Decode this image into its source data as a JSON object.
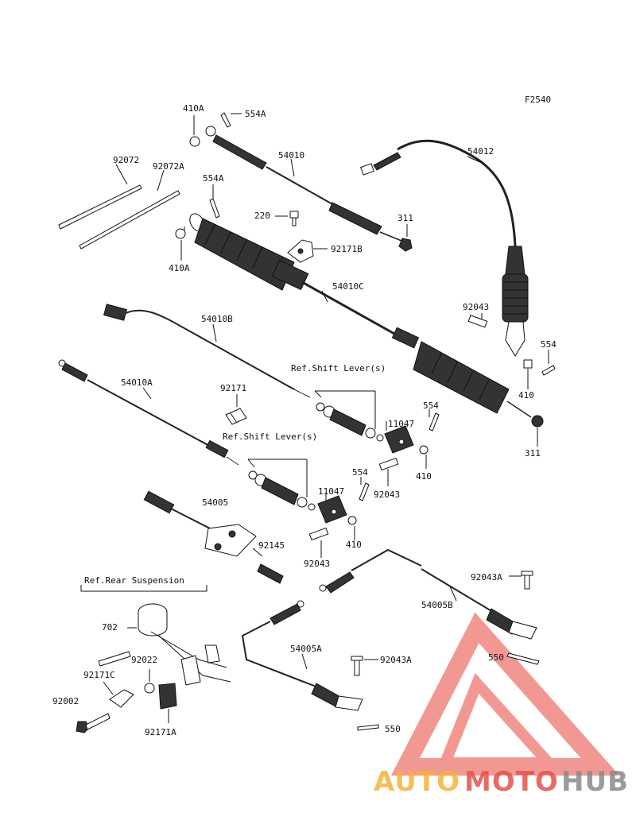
{
  "figure_id": "F2540",
  "labels": {
    "l_410A_top": "410A",
    "l_554A_top": "554A",
    "l_92072": "92072",
    "l_92072A": "92072A",
    "l_54010": "54010",
    "l_554A_mid": "554A",
    "l_54012": "54012",
    "l_220": "220",
    "l_311_top": "311",
    "l_92171B": "92171B",
    "l_410A_bottom": "410A",
    "l_54010C": "54010C",
    "l_92043_right": "92043",
    "l_54010B": "54010B",
    "l_554_right": "554",
    "l_410_right": "410",
    "l_ref_shift_1": "Ref.Shift Lever(s)",
    "l_92171": "92171",
    "l_54010A": "54010A",
    "l_311_bottom": "311",
    "l_11047_a": "11047",
    "l_554_a": "554",
    "l_410_a": "410",
    "l_ref_shift_2": "Ref.Shift Lever(s)",
    "l_92043_a": "92043",
    "l_54005": "54005",
    "l_554_b": "554",
    "l_11047_b": "11047",
    "l_410_b": "410",
    "l_92145": "92145",
    "l_92043_b": "92043",
    "l_ref_rear": "Ref.Rear Suspension",
    "l_92043A_a": "92043A",
    "l_54005B": "54005B",
    "l_702": "702",
    "l_92022": "92022",
    "l_92171C": "92171C",
    "l_54005A": "54005A",
    "l_92043A_b": "92043A",
    "l_550_a": "550",
    "l_92002": "92002",
    "l_92171A": "92171A",
    "l_550_b": "550"
  },
  "watermark": {
    "part1": "AUTO",
    "part2": "MOTO",
    "part3": "HUB",
    "colors": {
      "auto": "#f5b23c",
      "moto": "#e5524a",
      "hub": "#8a8a8a",
      "triangle": "#e8453c"
    }
  }
}
